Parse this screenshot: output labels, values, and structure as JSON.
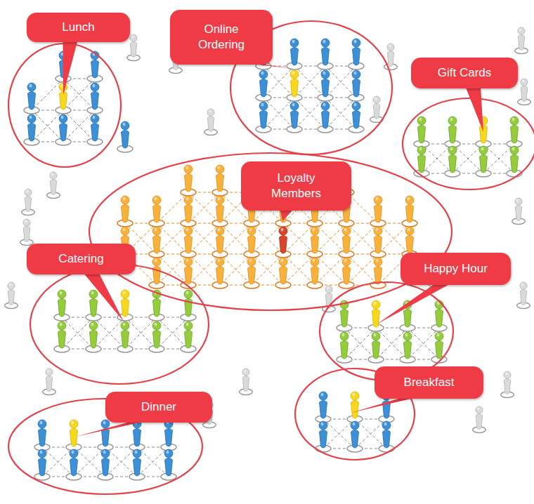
{
  "diagram": {
    "nodes": [
      {
        "text": [
          "Lunch"
        ]
      },
      {
        "text": [
          "Online Ordering"
        ]
      },
      {
        "text": [
          "Gift Cards"
        ]
      },
      {
        "text": [
          "Loyalty Members"
        ]
      },
      {
        "text": [
          "Catering"
        ]
      },
      {
        "text": [
          "Happy Hour"
        ]
      },
      {
        "text": [
          "Breakfast"
        ]
      },
      {
        "text": [
          "Dinner"
        ]
      }
    ]
  }
}
